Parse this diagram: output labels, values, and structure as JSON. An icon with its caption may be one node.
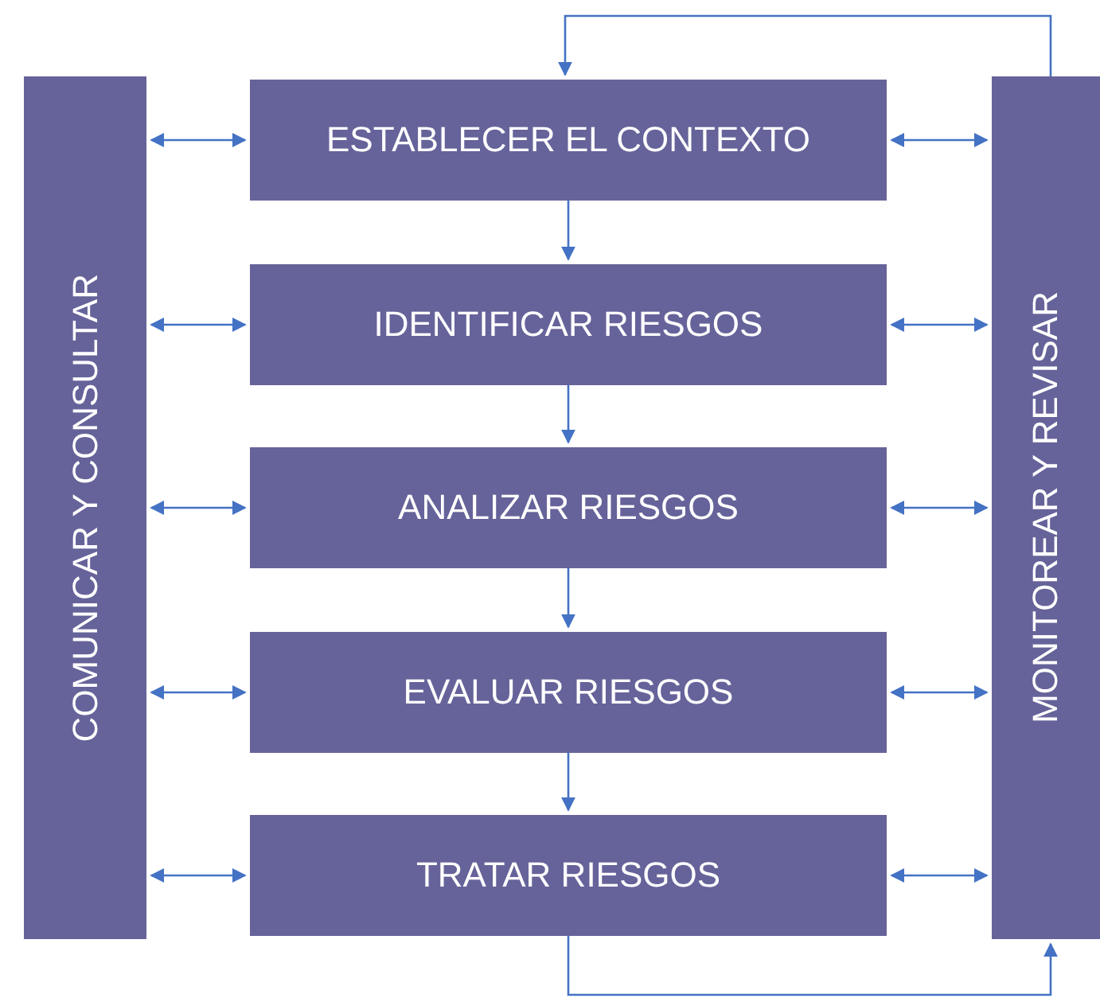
{
  "diagram": {
    "nodes": [
      {
        "text": [
          "COMUNICAR Y CONSULTAR"
        ]
      },
      {
        "text": [
          "ESTABLECER EL CONTEXTO"
        ]
      },
      {
        "text": [
          "IDENTIFICAR RIESGOS"
        ]
      },
      {
        "text": [
          "ANALIZAR RIESGOS"
        ]
      },
      {
        "text": [
          "EVALUAR RIESGOS"
        ]
      },
      {
        "text": [
          "TRATAR RIESGOS"
        ]
      },
      {
        "text": [
          "MONITOREAR Y REVISAR"
        ]
      }
    ],
    "edges": [
      {
        "from": 1,
        "to": 2,
        "arrow": "to"
      },
      {
        "from": 2,
        "to": 3,
        "arrow": "to"
      },
      {
        "from": 3,
        "to": 4,
        "arrow": "to"
      },
      {
        "from": 4,
        "to": 5,
        "arrow": "to"
      },
      {
        "from": 0,
        "to": 1,
        "arrow": "both"
      },
      {
        "from": 0,
        "to": 2,
        "arrow": "both"
      },
      {
        "from": 0,
        "to": 3,
        "arrow": "both"
      },
      {
        "from": 0,
        "to": 4,
        "arrow": "both"
      },
      {
        "from": 0,
        "to": 5,
        "arrow": "both"
      },
      {
        "from": 1,
        "to": 6,
        "arrow": "both"
      },
      {
        "from": 2,
        "to": 6,
        "arrow": "both"
      },
      {
        "from": 3,
        "to": 6,
        "arrow": "both"
      },
      {
        "from": 4,
        "to": 6,
        "arrow": "both"
      },
      {
        "from": 5,
        "to": 6,
        "arrow": "both"
      },
      {
        "from": 6,
        "to": 1,
        "arrow": "to"
      },
      {
        "from": 5,
        "to": 6,
        "arrow": "to"
      }
    ]
  }
}
